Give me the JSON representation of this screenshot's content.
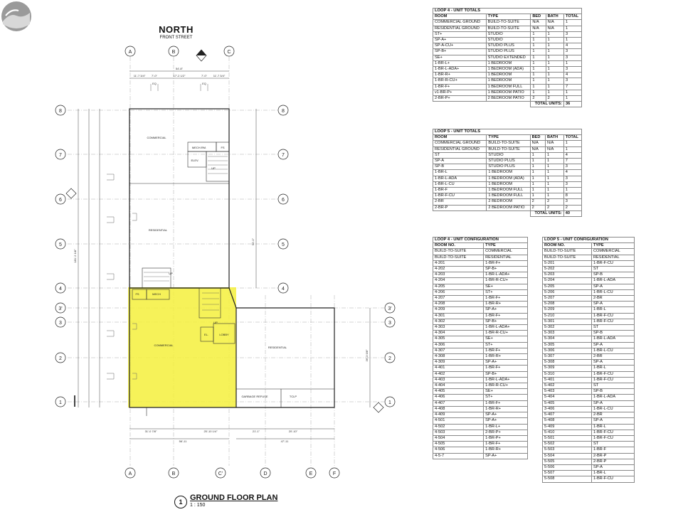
{
  "plan": {
    "north_label": "NORTH",
    "street_label": "FRONT STREET",
    "title": "GROUND FLOOR PLAN",
    "scale": "1 : 150",
    "drawing_number": "1",
    "grid_columns_top": [
      "A",
      "B",
      "C"
    ],
    "grid_columns_bottom": [
      "A",
      "B",
      "C'",
      "D",
      "E",
      "F"
    ],
    "grid_rows": [
      "8",
      "7",
      "6",
      "5",
      "4",
      "3'",
      "3",
      "2",
      "1"
    ],
    "rooms": {
      "commercial_north": "COMMERCIAL",
      "mech_rm": "MECH.RM.",
      "fs_north": "FS",
      "elev_north": "ELEV.",
      "residential_mid": "RESIDENTIAL",
      "up_label": "UP",
      "fs_south": "FS",
      "mech_south": "MECH",
      "commercial_south": "COMMERCIAL",
      "el": "EL.",
      "lobby": "LOBBY",
      "residential_east": "RESIDENTIAL",
      "garbage_refuse": "GARBAGE REFUSE",
      "tclp": "TCLP"
    },
    "dims": {
      "top_total": "54'-8\"",
      "top_parts": [
        "11'-7 3/4\"",
        "7'-0\"",
        "17'-2 1/2\"",
        "7'-0\"",
        "11'-7 3/4\""
      ],
      "eq": "EQ",
      "bottom_parts": [
        "31'-0 7/8\"",
        "25'-10 1/4\"",
        "21'-1\"",
        "20'-10\""
      ],
      "bottom_total_a": "56'-11",
      "bottom_total_b": "47'-11",
      "left_total": "181'-2 1/8\"",
      "right_a": "50'-1\"",
      "right_b": "36'-3 5/8\""
    }
  },
  "loop4_totals": {
    "caption": "LOOP 4 - UNIT TOTALS",
    "headers": [
      "ROOM",
      "TYPE",
      "BED",
      "BATH",
      "TOTAL"
    ],
    "rows": [
      [
        "COMMERCIAL GROUND",
        "BUILD-TO-SUITE",
        "N/A",
        "N/A",
        "1"
      ],
      [
        "RESIDENTIAL GROUND",
        "BUILD-TO-SUITE",
        "N/A",
        "N/A",
        "1"
      ],
      [
        "ST+",
        "STUDIO",
        "1",
        "1",
        "3"
      ],
      [
        "SP-A+",
        "STUDIO",
        "1",
        "1",
        "1"
      ],
      [
        "SP-A-CU+",
        "STUDIO PLUS",
        "1",
        "1",
        "4"
      ],
      [
        "SP-B+",
        "STUDIO PLUS",
        "1",
        "1",
        "3"
      ],
      [
        "SE+",
        "STUDIO EXTENDED",
        "1",
        "1",
        "3"
      ],
      [
        "1-BR-L+",
        "1 BEDROOM",
        "1",
        "1",
        "1"
      ],
      [
        "1-BR-L-ADA+",
        "1 BEDROOM (ADA)",
        "1",
        "1",
        "3"
      ],
      [
        "1-BR-R+",
        "1 BEDROOM",
        "1",
        "1",
        "4"
      ],
      [
        "1-BR-R-CU+",
        "1 BEDROOM",
        "1",
        "1",
        "3"
      ],
      [
        "1-BR-F+",
        "1 BEDROOM FULL",
        "1",
        "1",
        "7"
      ],
      [
        "v1-BR-P+",
        "1 BEDROOM PATIO",
        "1",
        "1",
        "1"
      ],
      [
        "2-BR-P+",
        "2 BEDROOM PATIO",
        "2",
        "2",
        "1"
      ]
    ],
    "total_label": "TOTAL UNITS:",
    "total_value": "36"
  },
  "loop5_totals": {
    "caption": "LOOP 5 - UNIT TOTALS",
    "headers": [
      "ROOM",
      "TYPE",
      "BED",
      "BATH",
      "TOTAL"
    ],
    "rows": [
      [
        "COMMERCIAL GROUND",
        "BUILD-TO-SUITE",
        "N/A",
        "N/A",
        "1"
      ],
      [
        "RESIDENTIAL GROUND",
        "BUILD-TO-SUITE",
        "N/A",
        "N/A",
        "1"
      ],
      [
        "ST",
        "STUDIO",
        "1",
        "1",
        "4"
      ],
      [
        "SP-A",
        "STUDIO PLUS",
        "1",
        "1",
        "7"
      ],
      [
        "SP-B",
        "STUDIO PLUS",
        "1",
        "1",
        "3"
      ],
      [
        "1-BR-L",
        "1 BEDROOM",
        "1",
        "1",
        "4"
      ],
      [
        "1-BR-L-ADA",
        "1 BEDROOM (ADA)",
        "1",
        "1",
        "3"
      ],
      [
        "1-BR-L-CU",
        "1 BEDROOM",
        "1",
        "1",
        "3"
      ],
      [
        "1-BR-F",
        "1 BEDROOM FULL",
        "1",
        "1",
        "1"
      ],
      [
        "1-BR-F-CU",
        "1 BEDROOM FULL",
        "1",
        "1",
        "8"
      ],
      [
        "2-BR",
        "2 BEDROOM",
        "2",
        "2",
        "3"
      ],
      [
        "2-BR-P",
        "2 BEDROOM PATIO",
        "2",
        "2",
        "2"
      ]
    ],
    "total_label": "TOTAL UNITS:",
    "total_value": "40"
  },
  "loop4_config": {
    "caption": "LOOP 4 - UNIT CONFIGURATION",
    "headers": [
      "ROOM NO.",
      "TYPE"
    ],
    "rows": [
      [
        "BUILD-TO-SUITE",
        "COMMERCIAL"
      ],
      [
        "BUILD-TO-SUITE",
        "RESIDENTIAL"
      ],
      [
        "4-201",
        "1-BR-F+"
      ],
      [
        "4-202",
        "SP-B+"
      ],
      [
        "4-203",
        "1-BR-L-ADA+"
      ],
      [
        "4-204",
        "1-BR-R-CU+"
      ],
      [
        "4-205",
        "SE+"
      ],
      [
        "4-206",
        "ST+"
      ],
      [
        "4-207",
        "1-BR-F+"
      ],
      [
        "4-208",
        "1-BR-R+"
      ],
      [
        "4-209",
        "SP-A+"
      ],
      [
        "4-301",
        "1-BR-F+"
      ],
      [
        "4-302",
        "SP-B+"
      ],
      [
        "4-303",
        "1-BR-L-ADA+"
      ],
      [
        "4-304",
        "1-BR-R-CU+"
      ],
      [
        "4-305",
        "SE+"
      ],
      [
        "4-306",
        "ST+"
      ],
      [
        "4-307",
        "1-BR-F+"
      ],
      [
        "4-308",
        "1-BR-R+"
      ],
      [
        "4-309",
        "SP-A+"
      ],
      [
        "4-401",
        "1-BR-F+"
      ],
      [
        "4-402",
        "SP-B+"
      ],
      [
        "4-403",
        "1-BR-L-ADA+"
      ],
      [
        "4-404",
        "1-BR-R-CU+"
      ],
      [
        "4-405",
        "SE+"
      ],
      [
        "4-406",
        "ST+"
      ],
      [
        "4-407",
        "1-BR-F+"
      ],
      [
        "4-408",
        "1-BR-R+"
      ],
      [
        "4-409",
        "SP-A+"
      ],
      [
        "4-501",
        "SP-A+"
      ],
      [
        "4-502",
        "1-BR-L+"
      ],
      [
        "4-503",
        "2-BR-P+"
      ],
      [
        "4-504",
        "1-BR-P+"
      ],
      [
        "4-505",
        "1-BR-F+"
      ],
      [
        "4-506",
        "1-BR-R+"
      ],
      [
        "4-5-7",
        "SP-A+"
      ]
    ]
  },
  "loop5_config": {
    "caption": "LOOP 5 - UNIT CONFIGURATION",
    "headers": [
      "ROOM NO.",
      "TYPE"
    ],
    "rows": [
      [
        "BUILD-TO-SUITE",
        "COMMERCIAL"
      ],
      [
        "BUILD-TO-SUITE",
        "RESIDENTIAL"
      ],
      [
        "5-201",
        "1-BR-F-CU"
      ],
      [
        "5-202",
        "ST"
      ],
      [
        "5-203",
        "SP-B"
      ],
      [
        "5-204",
        "1-BR-L-ADA"
      ],
      [
        "5-205",
        "SP-A"
      ],
      [
        "5-206",
        "1-BR-L-CU"
      ],
      [
        "5-207",
        "2-BR"
      ],
      [
        "5-208",
        "SP-A"
      ],
      [
        "5-209",
        "1-BR-L"
      ],
      [
        "5-210",
        "1-BR-F-CU"
      ],
      [
        "5-301",
        "1-BR-F-CU"
      ],
      [
        "5-302",
        "ST"
      ],
      [
        "5-303",
        "SP-B"
      ],
      [
        "5-304",
        "1-BR-L-ADA"
      ],
      [
        "5-305",
        "SP-A"
      ],
      [
        "5-306",
        "1-BR-L-CU"
      ],
      [
        "5-307",
        "2-BR"
      ],
      [
        "5-308",
        "SP-A"
      ],
      [
        "5-309",
        "1-BR-L"
      ],
      [
        "5-310",
        "1-BR-F-CU"
      ],
      [
        "5-401",
        "1-BR-F-CU"
      ],
      [
        "5-402",
        "ST"
      ],
      [
        "5-403",
        "SP-B"
      ],
      [
        "5-404",
        "1-BR-L-ADA"
      ],
      [
        "5-405",
        "SP-A"
      ],
      [
        "3-406",
        "1-BR-L-CU"
      ],
      [
        "5-407",
        "2-BR"
      ],
      [
        "5-408",
        "SP-A"
      ],
      [
        "5-409",
        "1-BR-L"
      ],
      [
        "5-410",
        "1-BR-F-CU"
      ],
      [
        "5-501",
        "1-BR-F-CU"
      ],
      [
        "5-502",
        "ST"
      ],
      [
        "5-503",
        "1-BR-F"
      ],
      [
        "5-504",
        "2-BR-P"
      ],
      [
        "5-505",
        "2-BR-P"
      ],
      [
        "5-506",
        "SP-A"
      ],
      [
        "5-507",
        "1-BR-L"
      ],
      [
        "5-508",
        "1-BR-F-CU"
      ]
    ]
  },
  "colors": {
    "highlight": "#f5f03c",
    "line": "#222222"
  }
}
